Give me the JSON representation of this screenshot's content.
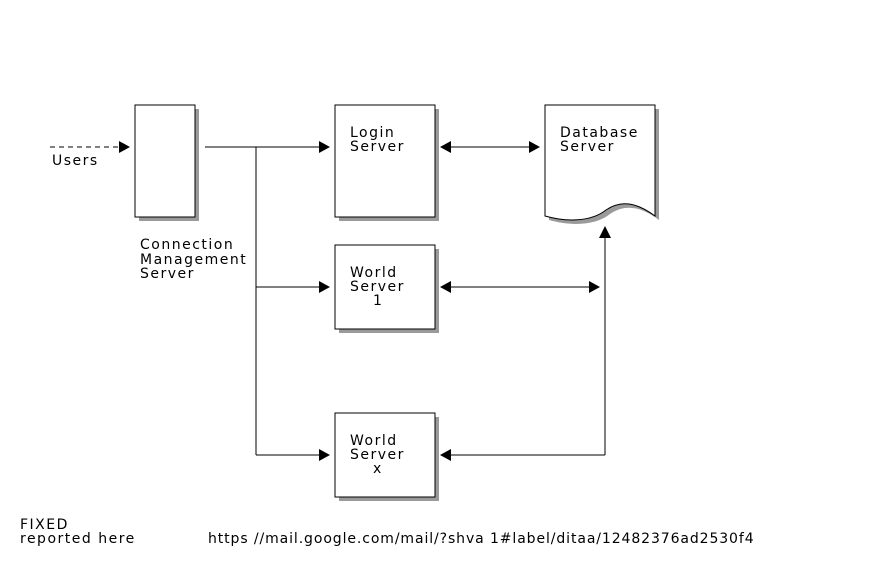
{
  "diagram": {
    "users": "Users",
    "cms": [
      "Connection",
      "Management",
      "Server"
    ],
    "login": [
      "Login",
      "Server"
    ],
    "database": [
      "Database",
      "Server"
    ],
    "world1": [
      "World",
      "Server",
      "1"
    ],
    "worldx": [
      "World",
      "Server",
      "x"
    ]
  },
  "footer": {
    "fixed": "FIXED",
    "reported": "reported here",
    "url": "https //mail.google.com/mail/?shva 1#label/ditaa/12482376ad2530f4"
  }
}
